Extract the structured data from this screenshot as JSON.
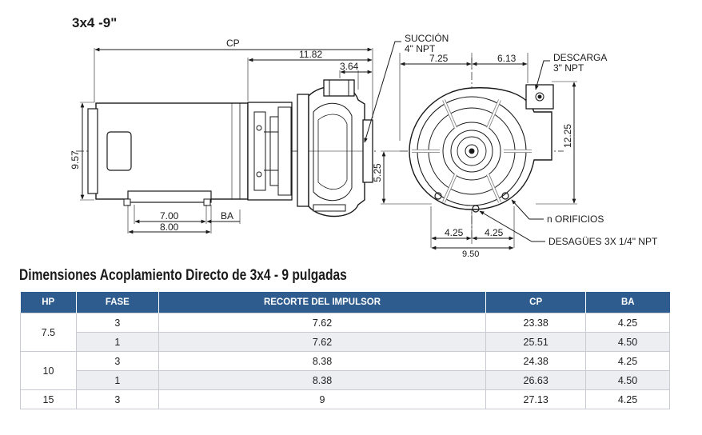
{
  "drawing": {
    "title": "3x4 -9\"",
    "side_view": {
      "cp_label": "CP",
      "dim_11_82": "11.82",
      "dim_3_64": "3.64",
      "dim_9_57": "9.57",
      "dim_7_00": "7.00",
      "dim_8_00": "8.00",
      "ba_label": "BA"
    },
    "front_view": {
      "suction_label_1": "SUCCIÓN",
      "suction_label_2": "4\" NPT",
      "discharge_label_1": "DESCARGA",
      "discharge_label_2": "3\" NPT",
      "dim_7_25": "7.25",
      "dim_6_13": "6.13",
      "dim_12_25": "12.25",
      "dim_5_25": "5.25",
      "dim_4_25_left": "4.25",
      "dim_4_25_right": "4.25",
      "dim_9_50": "9.50",
      "holes_label": "n ORIFICIOS",
      "drains_label": "DESAGÜES 3X 1/4\" NPT"
    }
  },
  "section_title": "Dimensiones Acoplamiento Directo de 3x4 - 9 pulgadas",
  "table": {
    "headers": [
      "HP",
      "FASE",
      "RECORTE DEL IMPULSOR",
      "CP",
      "BA"
    ],
    "groups": [
      {
        "hp": "7.5",
        "rows": [
          [
            "3",
            "7.62",
            "23.38",
            "4.25"
          ],
          [
            "1",
            "7.62",
            "25.51",
            "4.50"
          ]
        ]
      },
      {
        "hp": "10",
        "rows": [
          [
            "3",
            "8.38",
            "24.38",
            "4.25"
          ],
          [
            "1",
            "8.38",
            "26.63",
            "4.50"
          ]
        ]
      },
      {
        "hp": "15",
        "rows": [
          [
            "3",
            "9",
            "27.13",
            "4.25"
          ]
        ]
      }
    ]
  },
  "colors": {
    "header_bg": "#2f5c8e",
    "row_shade": "#eceef1",
    "line": "#1a1a1a"
  }
}
